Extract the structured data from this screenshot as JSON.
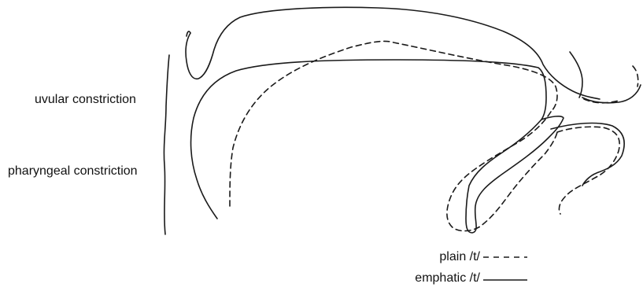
{
  "labels": {
    "uvular": "uvular constriction",
    "pharyngeal": "pharyngeal constriction"
  },
  "legend": {
    "plain": "plain /t/",
    "emphatic": "emphatic /t/"
  },
  "colors": {
    "stroke": "#1a1a1a",
    "background": "#ffffff"
  }
}
